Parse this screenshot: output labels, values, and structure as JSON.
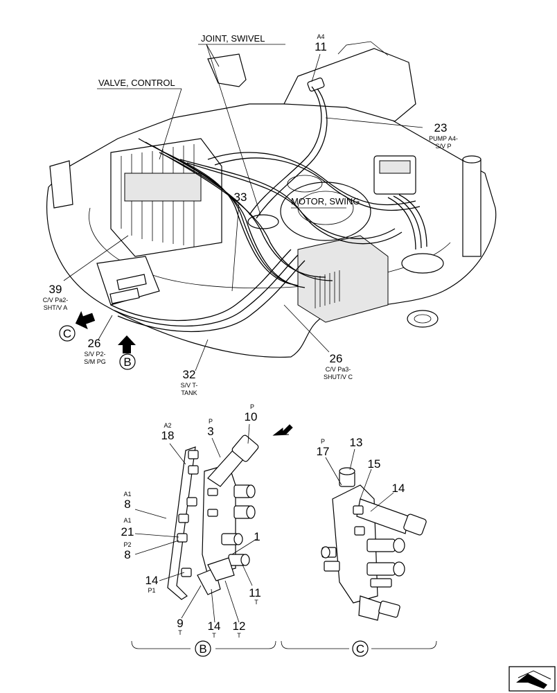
{
  "callouts": {
    "joint_swivel": "JOINT, SWIVEL",
    "valve_control": "VALVE, CONTROL",
    "motor_swing": "MOTOR, SWING",
    "c11_sup": "A4",
    "c11_num": "11",
    "c23_num": "23",
    "c23_sub1": "PUMP A4-",
    "c23_sub2": "S/V P",
    "c33_num": "33",
    "c39_num": "39",
    "c39_sub1": "C/V Pa2-",
    "c39_sub2": "SHT/V A",
    "c26a_num": "26",
    "c26a_sub1": "S/V P2-",
    "c26a_sub2": "S/M PG",
    "c32_num": "32",
    "c32_sub1": "S/V T-",
    "c32_sub2": "TANK",
    "c26b_num": "26",
    "c26b_sub1": "C/V Pa3-",
    "c26b_sub2": "SHUT/V C",
    "view_c": "C",
    "view_b": "B"
  },
  "detail_b": {
    "c18_sup": "A2",
    "c18_num": "18",
    "c3_sup": "P",
    "c3_num": "3",
    "c10_sup": "P",
    "c10_num": "10",
    "c8a_sup": "A1",
    "c8a_num": "8",
    "c21_sup": "A1",
    "c21_num": "21",
    "c8b_sup": "P2",
    "c8b_num": "8",
    "c1_num": "1",
    "c14a_num": "14",
    "c14a_sub": "P1",
    "c11_num": "11",
    "c11_sub": "T",
    "c9_num": "9",
    "c9_sub": "T",
    "c14b_num": "14",
    "c14b_sub": "T",
    "c12_num": "12",
    "c12_sub": "T",
    "label": "B"
  },
  "detail_c": {
    "c17_sup": "P",
    "c17_num": "17",
    "c13_num": "13",
    "c15_num": "15",
    "c14_num": "14",
    "label": "C"
  },
  "nav": {
    "icon": "next-page-arrow-icon"
  }
}
